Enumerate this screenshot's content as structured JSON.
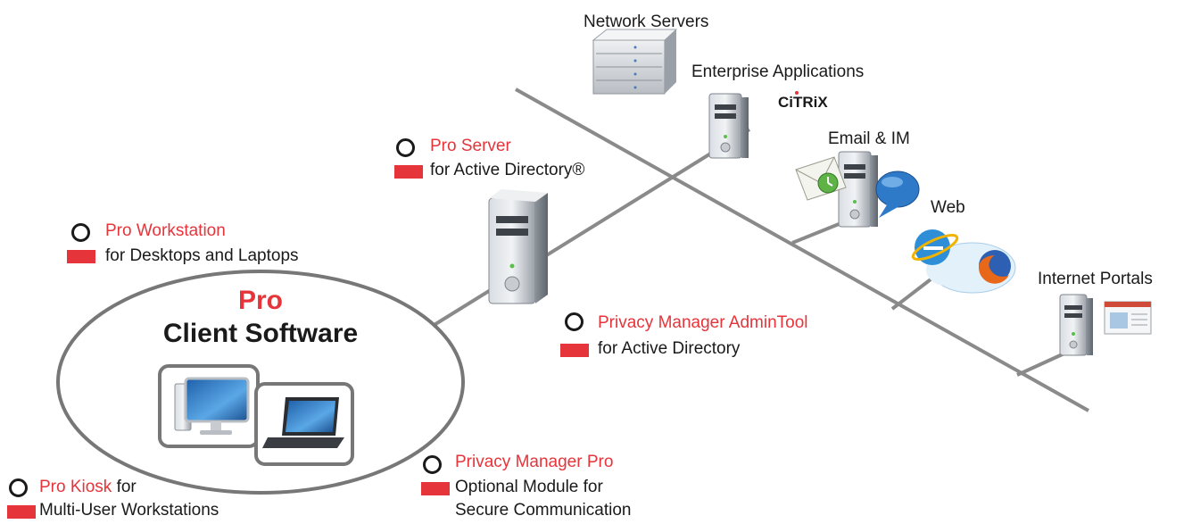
{
  "colors": {
    "accent": "#e5353b",
    "line": "#8a8a8a",
    "text": "#1a1a1a"
  },
  "nodes": {
    "network_servers": "Network Servers",
    "enterprise_apps": "Enterprise Applications",
    "citrix_logo": "CiTRiX",
    "email_im": "Email & IM",
    "web": "Web",
    "internet_portals": "Internet Portals"
  },
  "products": {
    "pro_server": {
      "name": "Pro Server",
      "desc": "for Active Directory®"
    },
    "pro_workstation": {
      "name": "Pro Workstation",
      "desc": "for Desktops and Laptops"
    },
    "admintool": {
      "name": "Privacy Manager AdminTool",
      "desc": "for Active Directory"
    },
    "pro_kiosk": {
      "name": "Pro Kiosk",
      "suffix": " for",
      "desc": "Multi-User Workstations"
    },
    "pm_pro": {
      "name": "Privacy Manager Pro",
      "desc": "Optional Module for",
      "desc2": "Secure Communication"
    }
  },
  "client": {
    "title_accent": "Pro",
    "title": "Client Software"
  },
  "icons": [
    "server-rack-icon",
    "tower-server-icon",
    "email-clock-icon",
    "chat-bubble-icon",
    "ie-browser-icon",
    "firefox-icon",
    "web-portal-icon",
    "desktop-pc-icon",
    "laptop-icon"
  ]
}
